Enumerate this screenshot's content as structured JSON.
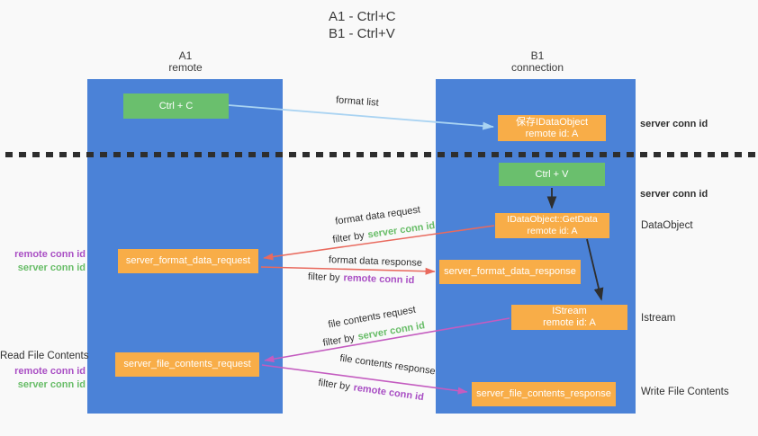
{
  "title": {
    "line1": "A1 - Ctrl+C",
    "line2": "B1 - Ctrl+V"
  },
  "lane_a": {
    "name": "A1",
    "role": "remote"
  },
  "lane_b": {
    "name": "B1",
    "role": "connection"
  },
  "nodes": {
    "ctrl_c": {
      "label": "Ctrl + C"
    },
    "ctrl_v": {
      "label": "Ctrl + V"
    },
    "save_dataobject": {
      "line1": "保存IDataObject",
      "line2": "remote id: A"
    },
    "getdata": {
      "line1": "IDataObject::GetData",
      "line2": "remote id: A"
    },
    "istream": {
      "line1": "IStream",
      "line2": "remote id: A"
    },
    "format_request": {
      "label": "server_format_data_request"
    },
    "format_response": {
      "label": "server_format_data_response"
    },
    "file_request": {
      "label": "server_file_contents_request"
    },
    "file_response": {
      "label": "server_file_contents_response"
    }
  },
  "edge_labels": {
    "format_list": "format list",
    "format_data_request": "format data request",
    "format_data_response": "format data response",
    "file_contents_request": "file contents request",
    "file_contents_response": "file contents response",
    "filter_by": "filter by",
    "server_conn_id": "server conn id",
    "remote_conn_id": "remote conn id"
  },
  "side_labels": {
    "server_conn_id_top": "server conn id",
    "server_conn_id_mid": "server conn id",
    "dataobject": "DataObject",
    "istream": "Istream",
    "write_file_contents": "Write File Contents",
    "read_file_contents": "Read File Contents",
    "remote_conn_id": "remote conn id",
    "server_conn_id": "server conn id"
  },
  "colors": {
    "lane": "#4b82d7",
    "green_box": "#6abf6d",
    "orange_box": "#f8ad48",
    "green_text": "#68bd68",
    "purple_text": "#a94fc4",
    "red_arrow": "#e96a5e",
    "magenta_arrow": "#c45cc0",
    "light_blue_arrow": "#a9d3f2",
    "black_arrow": "#2e2e2e"
  }
}
